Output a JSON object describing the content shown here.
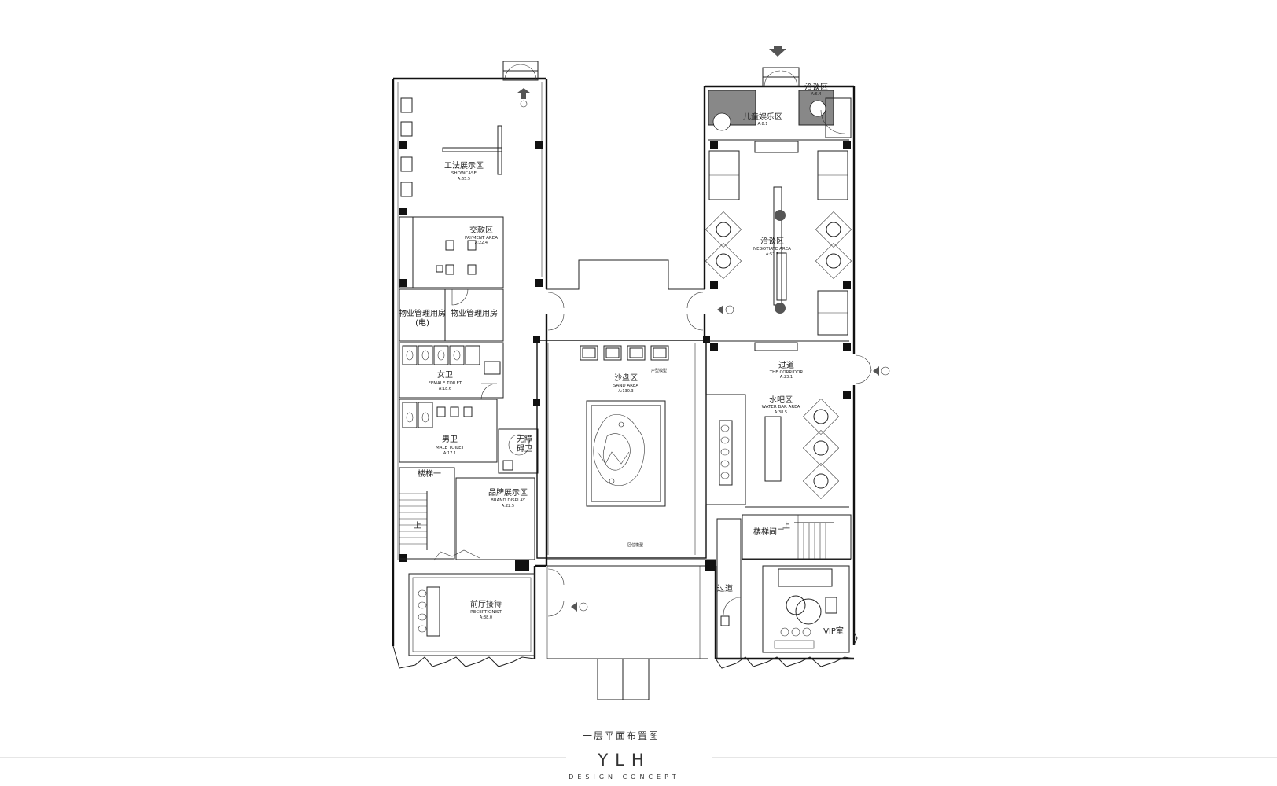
{
  "drawing": {
    "title": "一层平面布置图",
    "brand": "YLH",
    "tagline": "DESIGN CONCEPT"
  },
  "rooms": [
    {
      "id": "showcase",
      "cn": "工法展示区",
      "en": "SHOWCASE",
      "area": "A:65.5"
    },
    {
      "id": "payment",
      "cn": "交款区",
      "en": "PAYMENT AREA",
      "area": "A:22.4"
    },
    {
      "id": "mgmt-a",
      "cn": "物业管理用房",
      "sub": "(电)"
    },
    {
      "id": "mgmt-b",
      "cn": "物业管理用房"
    },
    {
      "id": "female",
      "cn": "女卫",
      "en": "FEMALE TOILET",
      "area": "A:18.6"
    },
    {
      "id": "male",
      "cn": "男卫",
      "en": "MALE TOILET",
      "area": "A:17.1"
    },
    {
      "id": "accessible",
      "cn": "无障",
      "sub": "碍卫"
    },
    {
      "id": "stair1",
      "cn": "楼梯一",
      "up": "上"
    },
    {
      "id": "brand",
      "cn": "品牌展示区",
      "en": "BRAND DISPLAY",
      "area": "A:22.5"
    },
    {
      "id": "reception",
      "cn": "前厅接待",
      "en": "RECEPTIONIST",
      "area": "A:38.0"
    },
    {
      "id": "sand",
      "cn": "沙盘区",
      "en": "SAND AREA",
      "area": "A:130.3",
      "note1": "户型模型",
      "note2": "区位模型"
    },
    {
      "id": "kids",
      "cn": "儿童娱乐区",
      "area": "A:8.1"
    },
    {
      "id": "talk-small",
      "cn": "洽谈区",
      "area": "A:6.4"
    },
    {
      "id": "negotiate",
      "cn": "洽谈区",
      "en": "NEGOTIATE AREA",
      "area": "A:51.5"
    },
    {
      "id": "corridor",
      "cn": "过道",
      "en": "THE CORRIDOR",
      "area": "A:23.1"
    },
    {
      "id": "waterbar",
      "cn": "水吧区",
      "en": "WATER BAR AREA",
      "area": "A:38.5"
    },
    {
      "id": "stair2",
      "cn": "楼梯间二",
      "up": "上"
    },
    {
      "id": "passage",
      "cn": "过道"
    },
    {
      "id": "vip",
      "cn": "VIP室"
    }
  ]
}
